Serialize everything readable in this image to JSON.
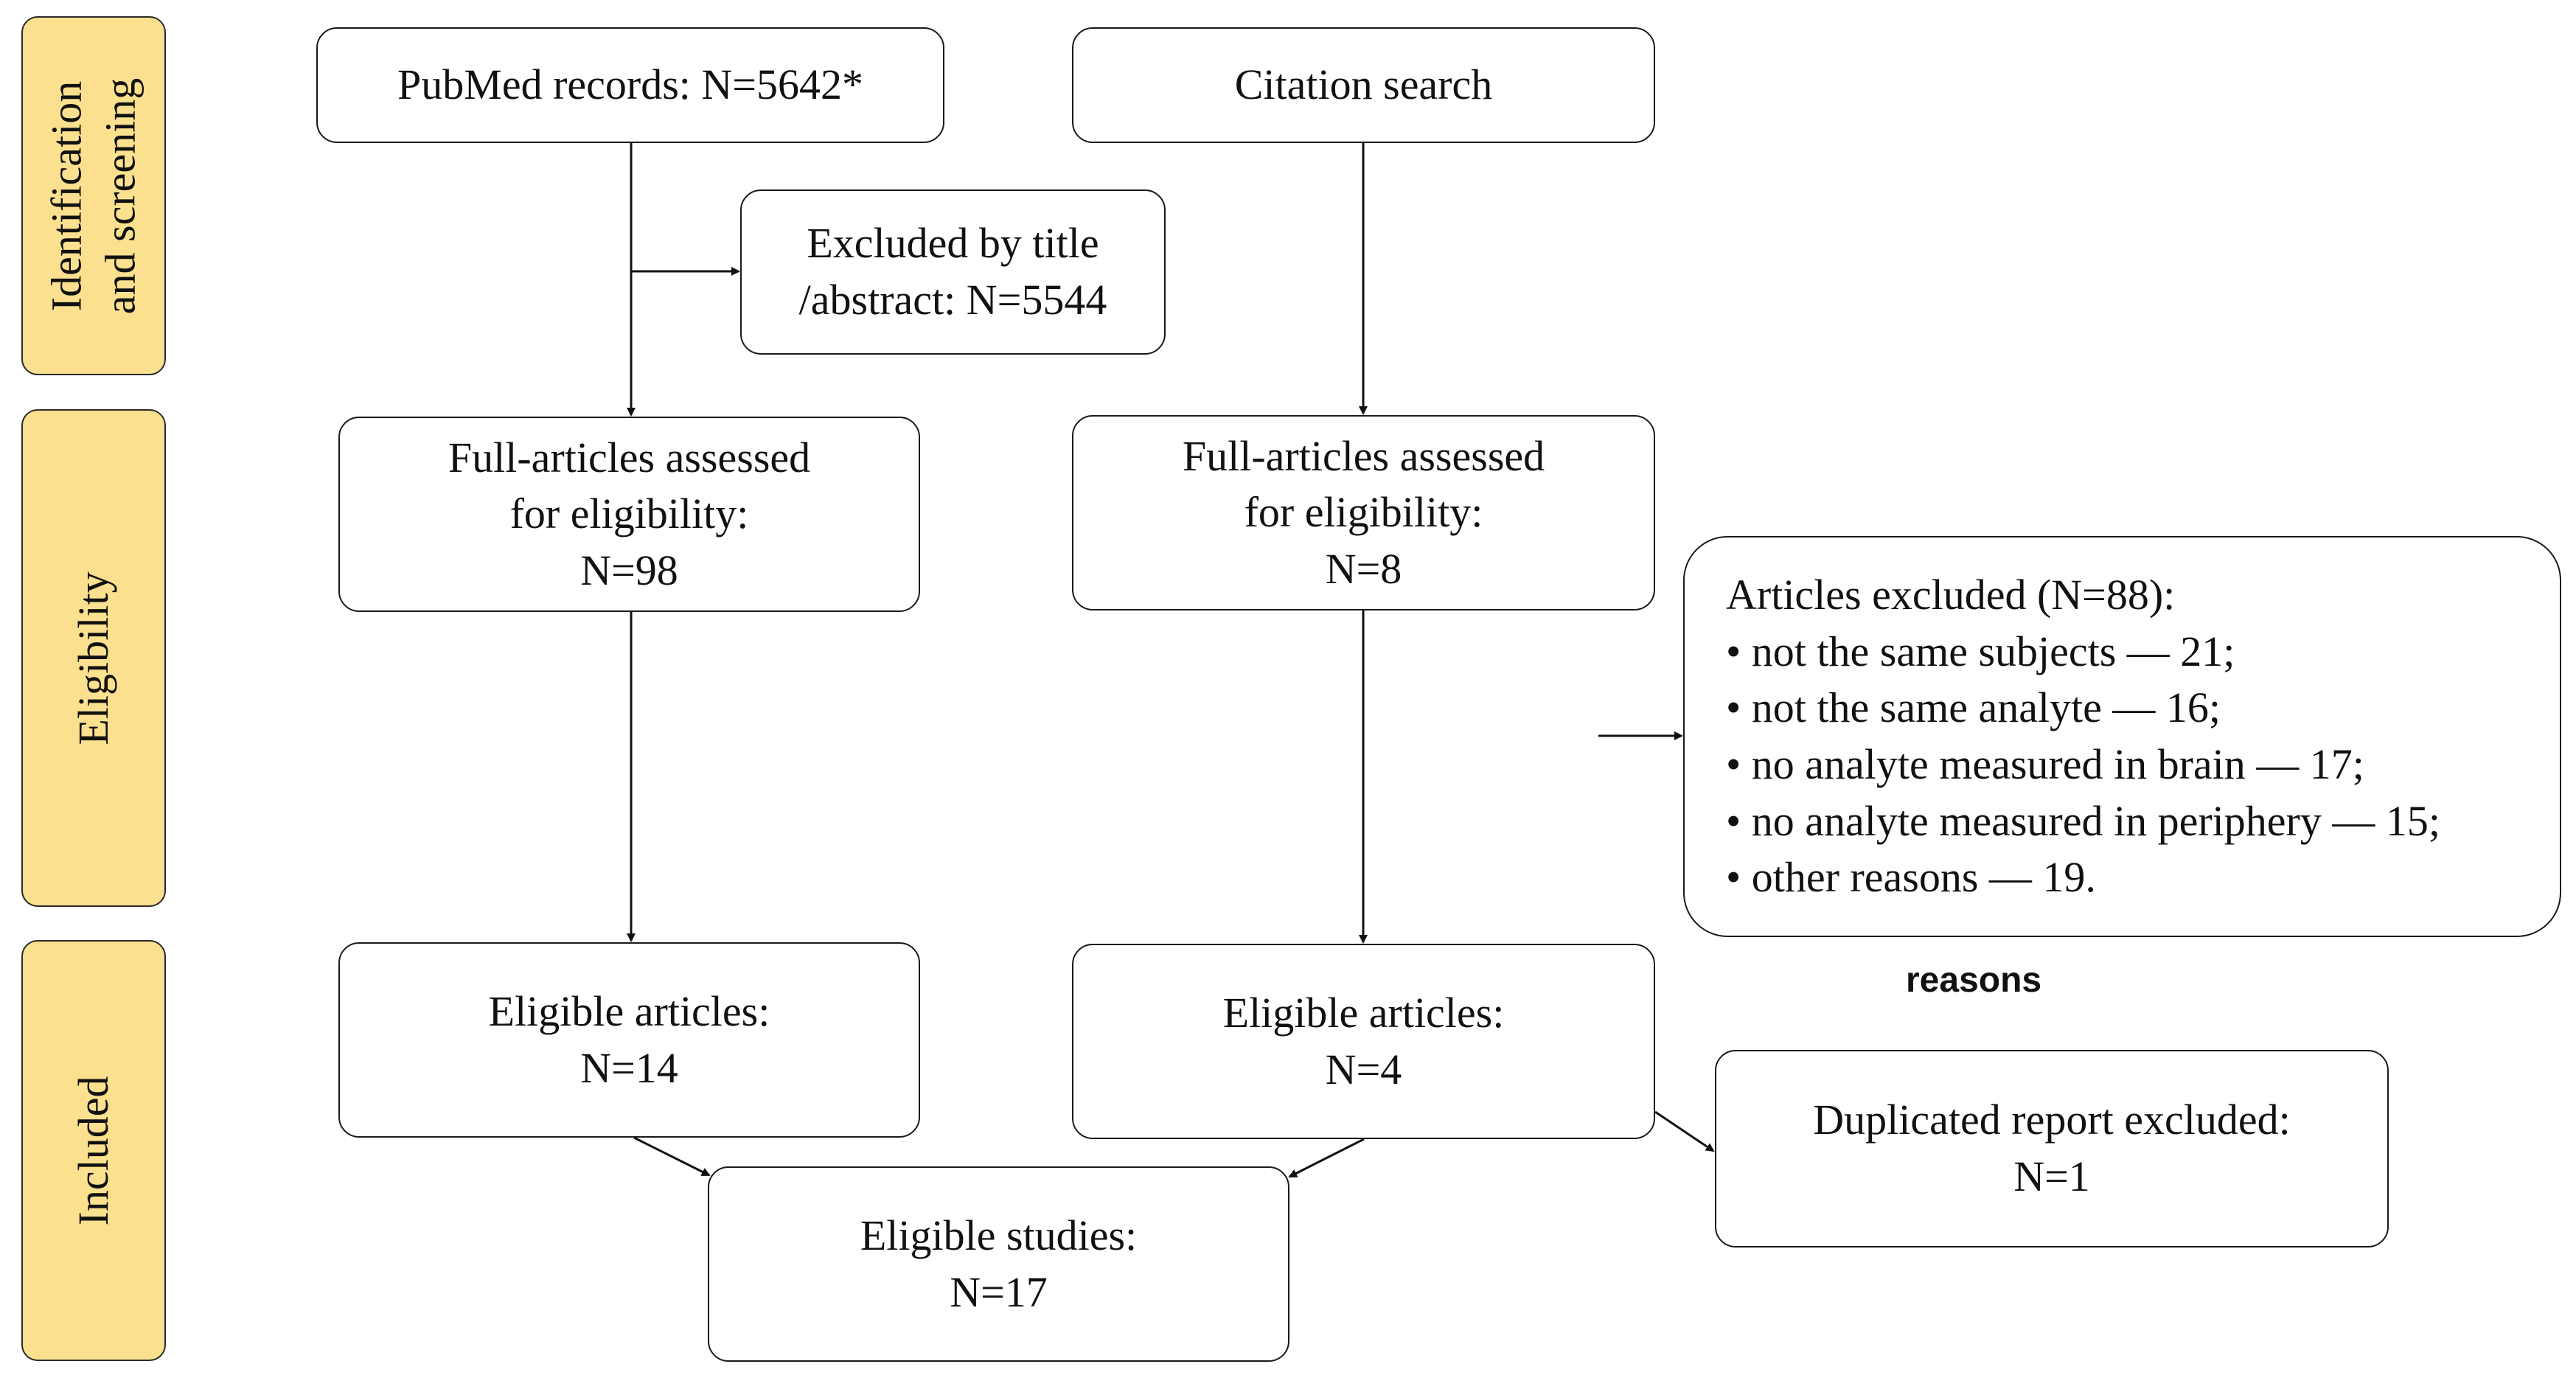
{
  "stages": {
    "identification": {
      "line1": "Identification",
      "line2": "and screening"
    },
    "eligibility": {
      "label": "Eligibility"
    },
    "included": {
      "label": "Included"
    }
  },
  "boxes": {
    "pubmed": "PubMed records: N=5642*",
    "citation": "Citation search",
    "excluded_title": {
      "line1": "Excluded by title",
      "line2": "/abstract: N=5544"
    },
    "full_left": {
      "line1": "Full-articles assessed",
      "line2": "for eligibility:",
      "line3": "N=98"
    },
    "full_right": {
      "line1": "Full-articles assessed",
      "line2": "for eligibility:",
      "line3": "N=8"
    },
    "articles_excluded": {
      "title": "Articles excluded (N=88):",
      "items": [
        "• not the same subjects — 21;",
        "• not the same analyte — 16;",
        "• no analyte  measured in brain — 17;",
        "• no analyte  measured in periphery — 15;",
        "• other reasons — 19."
      ]
    },
    "eligible_left": {
      "line1": "Eligible articles:",
      "line2": "N=14"
    },
    "eligible_right": {
      "line1": "Eligible articles:",
      "line2": "N=4"
    },
    "eligible_studies": {
      "line1": "Eligible studies:",
      "line2": "N=17"
    },
    "duplicated": {
      "line1": "Duplicated report excluded:",
      "line2": "N=1"
    }
  },
  "stray_text": "reasons",
  "colors": {
    "stage_fill": "#fbe08f",
    "border": "#1a1a1a",
    "arrow": "#111111"
  }
}
